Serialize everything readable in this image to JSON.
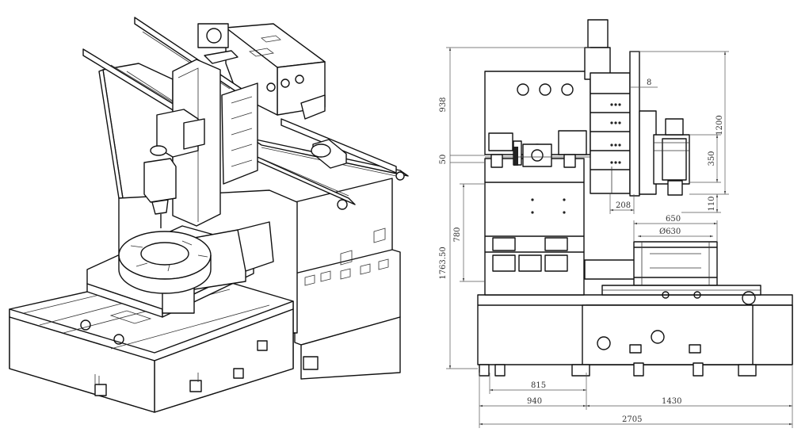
{
  "dimensions": {
    "d938": "938",
    "d50": "50",
    "d780": "780",
    "d1763": "1763.50",
    "d8": "8",
    "d1200": "1200",
    "d350": "350",
    "d110": "110",
    "d208": "208",
    "d650": "650",
    "d630": "Ø630",
    "d815": "815",
    "d940": "940",
    "d1430": "1430",
    "d2705": "2705"
  }
}
